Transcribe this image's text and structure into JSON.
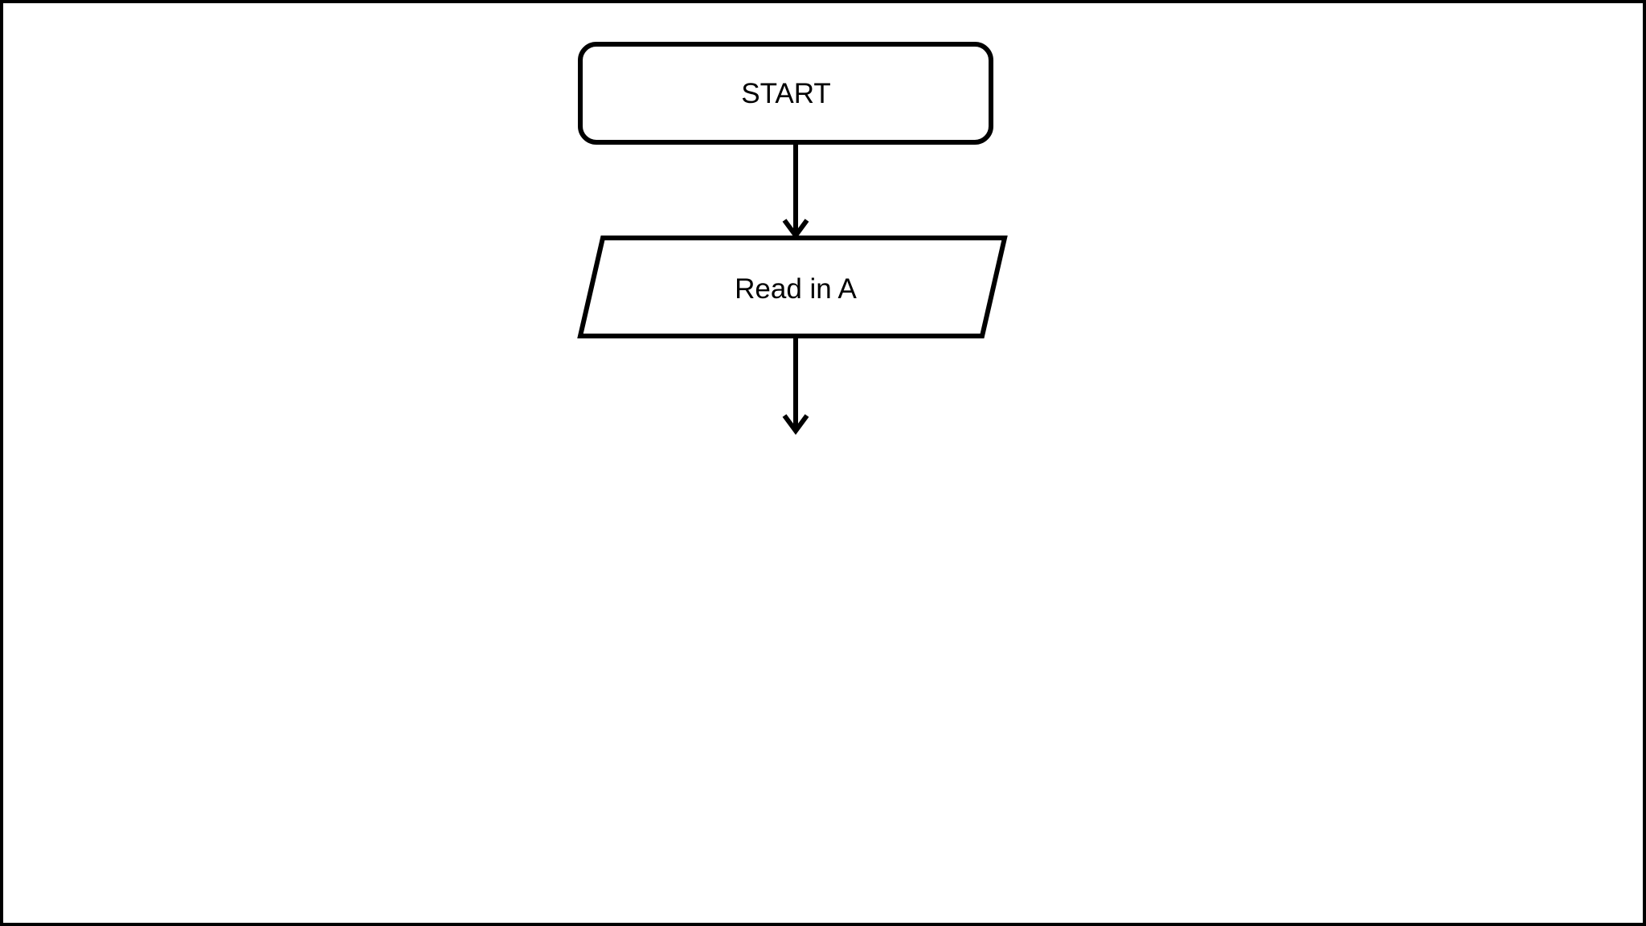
{
  "page": {
    "background_color": "#ffffff",
    "frame_border_color": "#000000"
  },
  "diagram": {
    "kind": "flowchart",
    "stroke_color": "#000000",
    "text_color": "#000000",
    "nodes": [
      {
        "id": "start",
        "shape": "rounded-rectangle",
        "label": "START"
      },
      {
        "id": "read-in-a",
        "shape": "parallelogram",
        "label": "Read in A"
      }
    ],
    "connectors": [
      {
        "from": "start",
        "to": "read-in-a",
        "style": "straight-arrow-down"
      },
      {
        "from": "read-in-a",
        "to": "",
        "style": "straight-arrow-down-dangling"
      }
    ]
  }
}
